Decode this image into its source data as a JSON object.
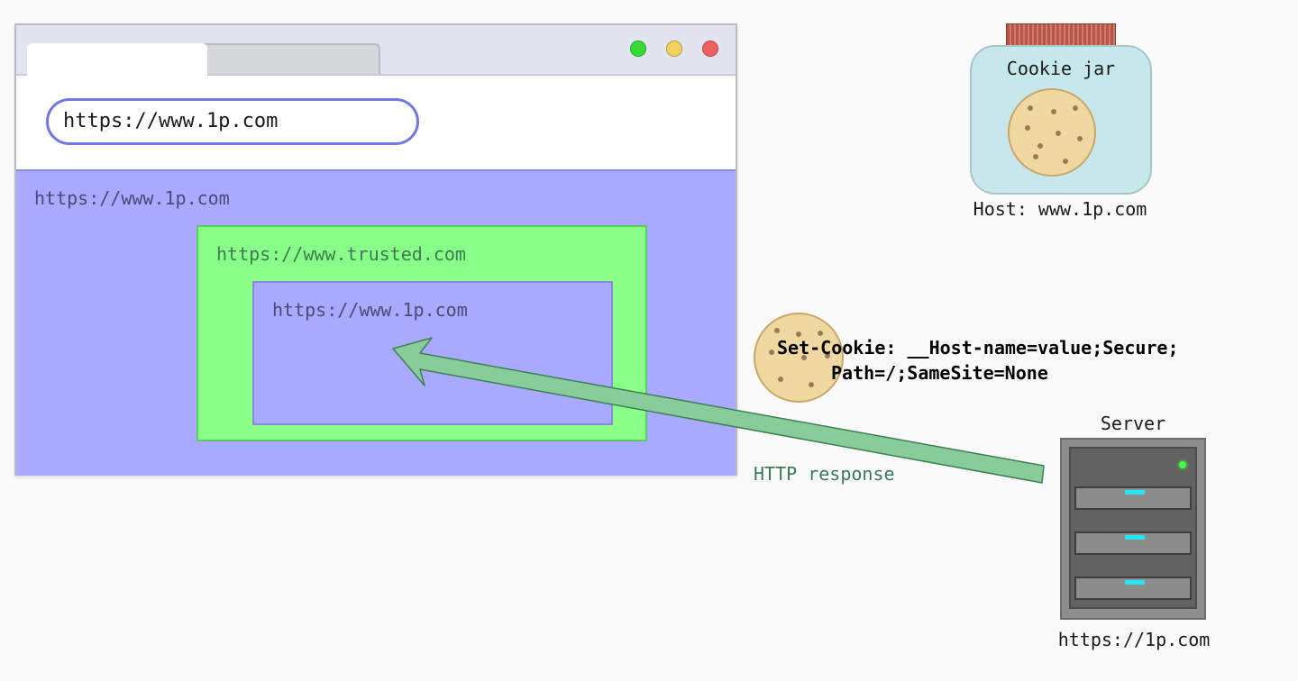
{
  "browser": {
    "address_bar": "https://www.1p.com",
    "top_frame_label": "https://www.1p.com",
    "trusted_frame_label": "https://www.trusted.com",
    "inner_frame_label": "https://www.1p.com",
    "window_controls": {
      "maximize_color": "#33dd33",
      "minimize_color": "#f5d35a",
      "close_color": "#f06060"
    }
  },
  "cookie_jar": {
    "title": "Cookie jar",
    "host_caption": "Host: www.1p.com"
  },
  "response": {
    "set_cookie_line1": "Set-Cookie: __Host-name=value;Secure;",
    "set_cookie_line2": "Path=/;SameSite=None",
    "http_label": "HTTP response",
    "arrow_color": "#88cc99"
  },
  "server": {
    "title": "Server",
    "url": "https://1p.com"
  },
  "icons": [
    "cookie-icon",
    "server-icon",
    "arrow-icon"
  ]
}
